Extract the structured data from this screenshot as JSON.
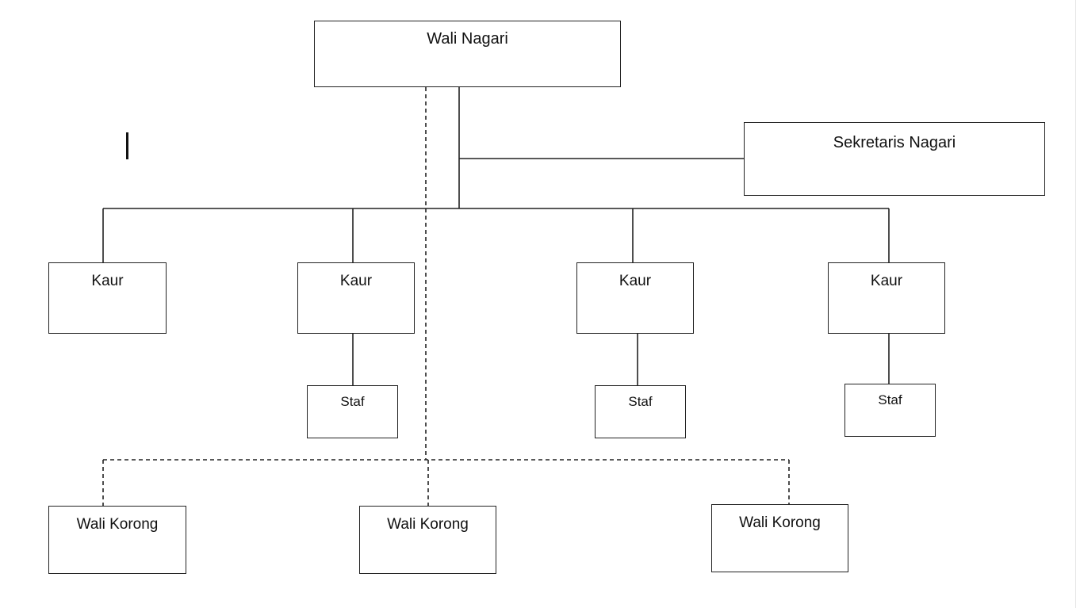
{
  "diagram": {
    "head": "Wali Nagari",
    "secretary": "Sekretaris Nagari",
    "kaur": [
      "Kaur",
      "Kaur",
      "Kaur",
      "Kaur"
    ],
    "staf": [
      "Staf",
      "Staf",
      "Staf"
    ],
    "korong": [
      "Wali Korong",
      "Wali Korong",
      "Wali Korong"
    ]
  }
}
